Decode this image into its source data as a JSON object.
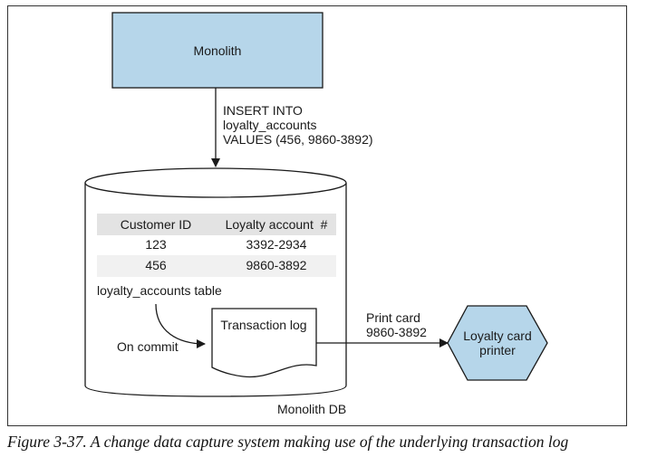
{
  "monolith": {
    "label": "Monolith"
  },
  "insert_statement": {
    "line1": "INSERT INTO",
    "line2": "loyalty_accounts",
    "line3": "VALUES (456, 9860-3892)"
  },
  "table": {
    "headers": [
      "Customer ID",
      "Loyalty account  #"
    ],
    "rows": [
      [
        "123",
        "3392-2934"
      ],
      [
        "456",
        "9860-3892"
      ]
    ],
    "caption": "loyalty_accounts table"
  },
  "on_commit_label": "On commit",
  "transaction_log": {
    "label": "Transaction log"
  },
  "print_card": {
    "line1": "Print card",
    "line2": "9860-3892"
  },
  "printer": {
    "line1": "Loyalty card",
    "line2": "printer"
  },
  "db_label": "Monolith DB",
  "figure_caption": "Figure 3-37. A change data capture system making use of the underlying transaction log",
  "colors": {
    "box_fill": "#b6d6ea",
    "stroke": "#1a1a1a",
    "header_fill": "#e3e3e3",
    "row_fill": "#f1f1f1"
  }
}
